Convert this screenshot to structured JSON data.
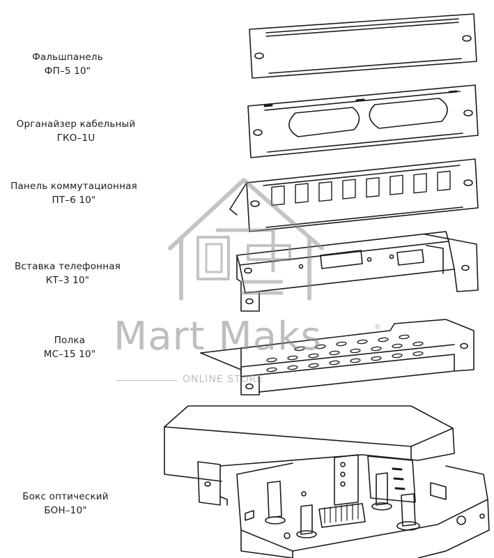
{
  "items": [
    {
      "line1": "Фальшпанель",
      "line2": "ФП–5 10\""
    },
    {
      "line1": "Органайзер кабельный",
      "line2": "ГКО–1U"
    },
    {
      "line1": "Панель коммутационная",
      "line2": "ПТ–6 10\""
    },
    {
      "line1": "Вставка телефонная",
      "line2": "КТ–3 10\""
    },
    {
      "line1": "Полка",
      "line2": "МС–15 10\""
    },
    {
      "line1": "Бокс оптический",
      "line2": "БОН–10\""
    }
  ],
  "watermark": {
    "brand": "Mart Maks",
    "subtitle": "ONLINE STORE",
    "mark": "®"
  },
  "colors": {
    "line": "#1a1a1a",
    "watermark": "#8a8a8a"
  }
}
